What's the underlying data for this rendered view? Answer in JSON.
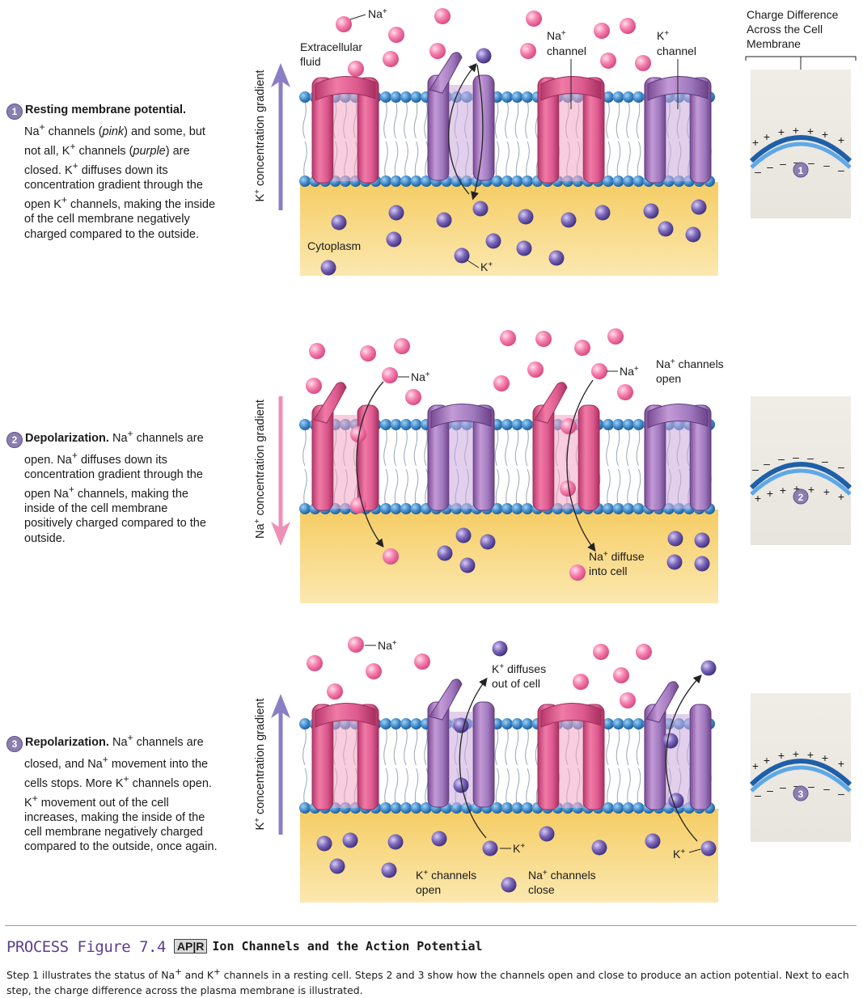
{
  "steps": [
    {
      "number": "1",
      "title": "Resting membrane potential.",
      "text_html_parts": [
        "Na",
        "+",
        " channels (",
        "pink",
        ") and some, but not all, K",
        "+",
        " channels (",
        "purple",
        ") are closed. K",
        "+",
        " diffuses down its concentration gradient through the open K",
        "+",
        " channels, making the inside of the cell membrane negatively charged compared to the outside."
      ],
      "gradient_label": "K+ concentration gradient"
    },
    {
      "number": "2",
      "title": "Depolarization.",
      "text": "Na+ channels are open. Na+ diffuses down its concentration gradient through the open Na+ channels, making the inside of the cell membrane positively charged compared to the outside.",
      "gradient_label": "Na+ concentration gradient"
    },
    {
      "number": "3",
      "title": "Repolarization.",
      "text": "Na+ channels are closed, and Na+ movement into the cells stops. More K+ channels open. K+ movement out of the cell increases, making the inside of the cell membrane negatively charged compared to the outside, once again.",
      "gradient_label": "K+ concentration gradient"
    }
  ],
  "labels": {
    "na_ion": "Na+",
    "k_ion": "K+",
    "extracellular": "Extracellular fluid",
    "cytoplasm": "Cytoplasm",
    "na_channel": "Na+ channel",
    "k_channel": "K+ channel",
    "na_channels_open": "Na+ channels open",
    "na_diffuse_into_cell": "Na+ diffuse into cell",
    "k_diffuses_out": "K+ diffuses out of cell",
    "k_channels_open": "K+ channels open",
    "na_channels_close": "Na+ channels close",
    "charge_heading": "Charge Difference Across the Cell Membrane"
  },
  "figure": {
    "process": "PROCESS Figure 7.4",
    "apr": "AP|R",
    "title": "Ion Channels and the Action Potential",
    "caption": "Step 1 illustrates the status of Na+ and K+ channels in a resting cell. Steps 2 and 3 show how the channels open and close to produce an action potential. Next to each step, the charge difference across the plasma membrane is illustrated."
  },
  "colors": {
    "na_channel": "#d9558a",
    "k_channel": "#9b6bb3",
    "na_ion": "#f07aa6",
    "k_ion": "#6c5aa8",
    "cytoplasm": "#f7d98a",
    "membrane_head": "#3d86c6"
  }
}
